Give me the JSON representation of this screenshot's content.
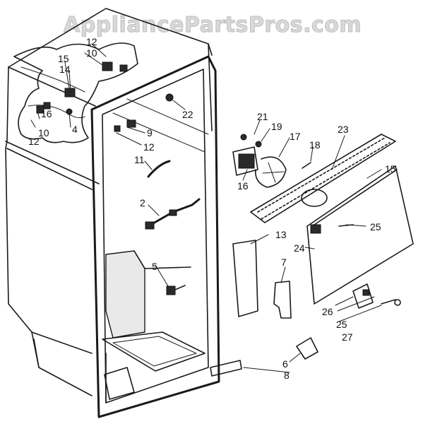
{
  "watermark": "AppliancePartsPros.com",
  "callouts": [
    {
      "id": "c1",
      "label": "12"
    },
    {
      "id": "c2",
      "label": "10"
    },
    {
      "id": "c3",
      "label": "15"
    },
    {
      "id": "c4",
      "label": "14"
    },
    {
      "id": "c5",
      "label": "22"
    },
    {
      "id": "c6",
      "label": "4"
    },
    {
      "id": "c7",
      "label": "16"
    },
    {
      "id": "c8",
      "label": "10"
    },
    {
      "id": "c9",
      "label": "12"
    },
    {
      "id": "c10",
      "label": "9"
    },
    {
      "id": "c11",
      "label": "12"
    },
    {
      "id": "c12",
      "label": "11"
    },
    {
      "id": "c13",
      "label": "2"
    },
    {
      "id": "c14",
      "label": "5"
    },
    {
      "id": "c15",
      "label": "21"
    },
    {
      "id": "c16",
      "label": "19"
    },
    {
      "id": "c17",
      "label": "17"
    },
    {
      "id": "c18",
      "label": "18"
    },
    {
      "id": "c19",
      "label": "23"
    },
    {
      "id": "c20",
      "label": "15"
    },
    {
      "id": "c21",
      "label": "16"
    },
    {
      "id": "c22",
      "label": "25"
    },
    {
      "id": "c23",
      "label": "13"
    },
    {
      "id": "c24",
      "label": "24"
    },
    {
      "id": "c25",
      "label": "7"
    },
    {
      "id": "c26",
      "label": "26"
    },
    {
      "id": "c27",
      "label": "25"
    },
    {
      "id": "c28",
      "label": "27"
    },
    {
      "id": "c29",
      "label": "6"
    },
    {
      "id": "c30",
      "label": "8"
    }
  ]
}
